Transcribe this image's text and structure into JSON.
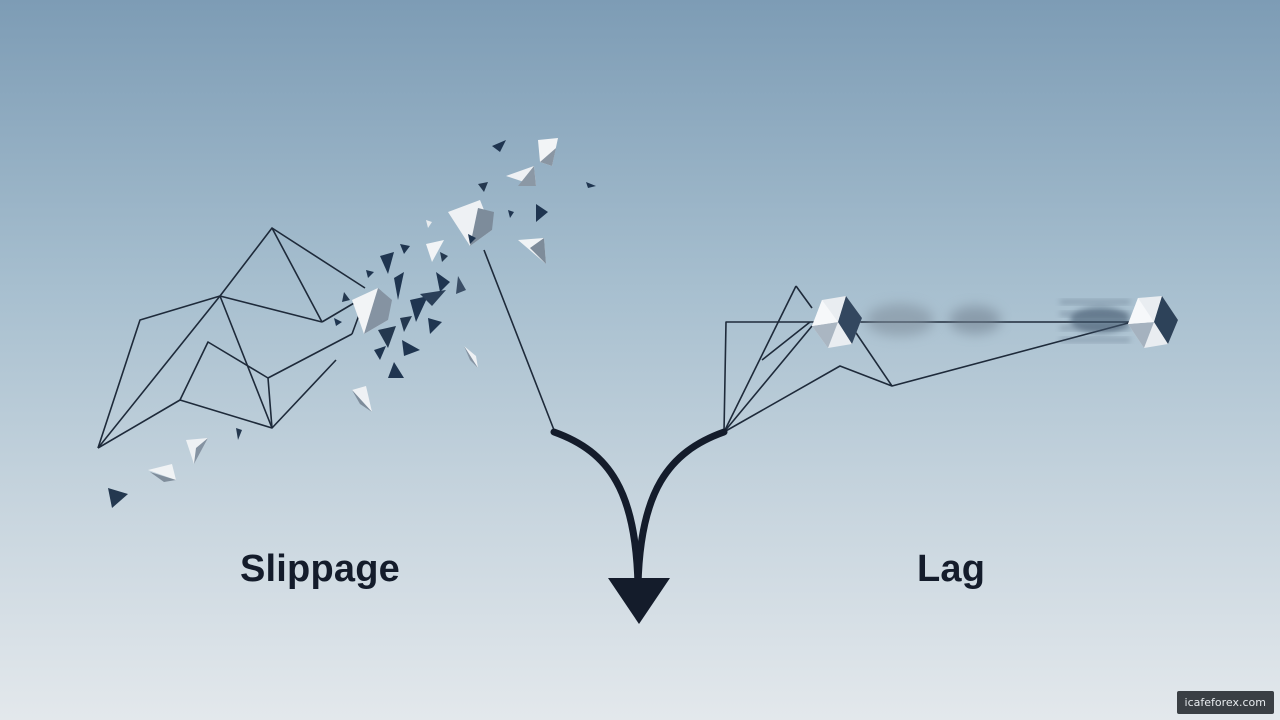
{
  "labels": {
    "left": "Slippage",
    "right": "Lag"
  },
  "watermark": "icafeforex.com",
  "colors": {
    "ink": "#141c2b",
    "line": "#1e2a3a",
    "fragment_dark": "#1f3550",
    "fragment_light": "#f2f4f6",
    "background_top": "#7d9cb5",
    "background_bottom": "#e3e8ec"
  }
}
